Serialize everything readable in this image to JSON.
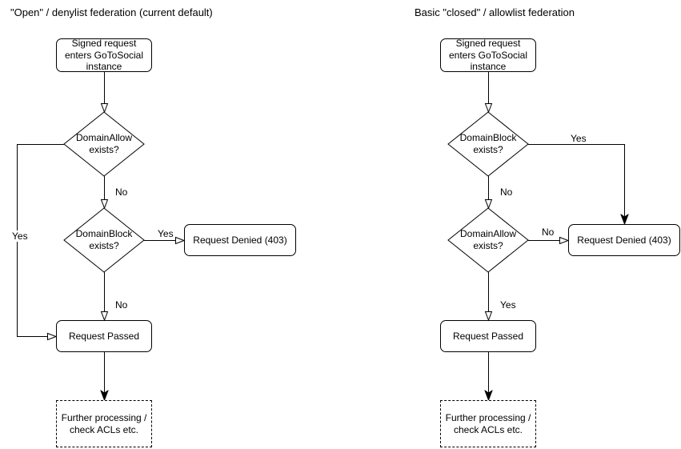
{
  "page": {
    "background_color": "#ffffff",
    "line_color": "#000000",
    "text_color": "#000000"
  },
  "left_chart": {
    "title": "\"Open\" / denylist federation (current default)",
    "nodes": {
      "start": "Signed request enters GoToSocial instance",
      "decision1": "DomainAllow exists?",
      "decision2": "DomainBlock exists?",
      "denied": "Request Denied (403)",
      "passed": "Request Passed",
      "further": "Further processing / check ACLs etc."
    },
    "edge_labels": {
      "decision1_no": "No",
      "decision1_yes": "Yes",
      "decision2_yes": "Yes",
      "decision2_no": "No"
    }
  },
  "right_chart": {
    "title": "Basic \"closed\" / allowlist federation",
    "nodes": {
      "start": "Signed request enters GoToSocial instance",
      "decision1": "DomainBlock exists?",
      "decision2": "DomainAllow exists?",
      "denied": "Request Denied (403)",
      "passed": "Request Passed",
      "further": "Further processing / check ACLs etc."
    },
    "edge_labels": {
      "decision1_yes": "Yes",
      "decision1_no": "No",
      "decision2_no": "No",
      "decision2_yes": "Yes"
    }
  }
}
